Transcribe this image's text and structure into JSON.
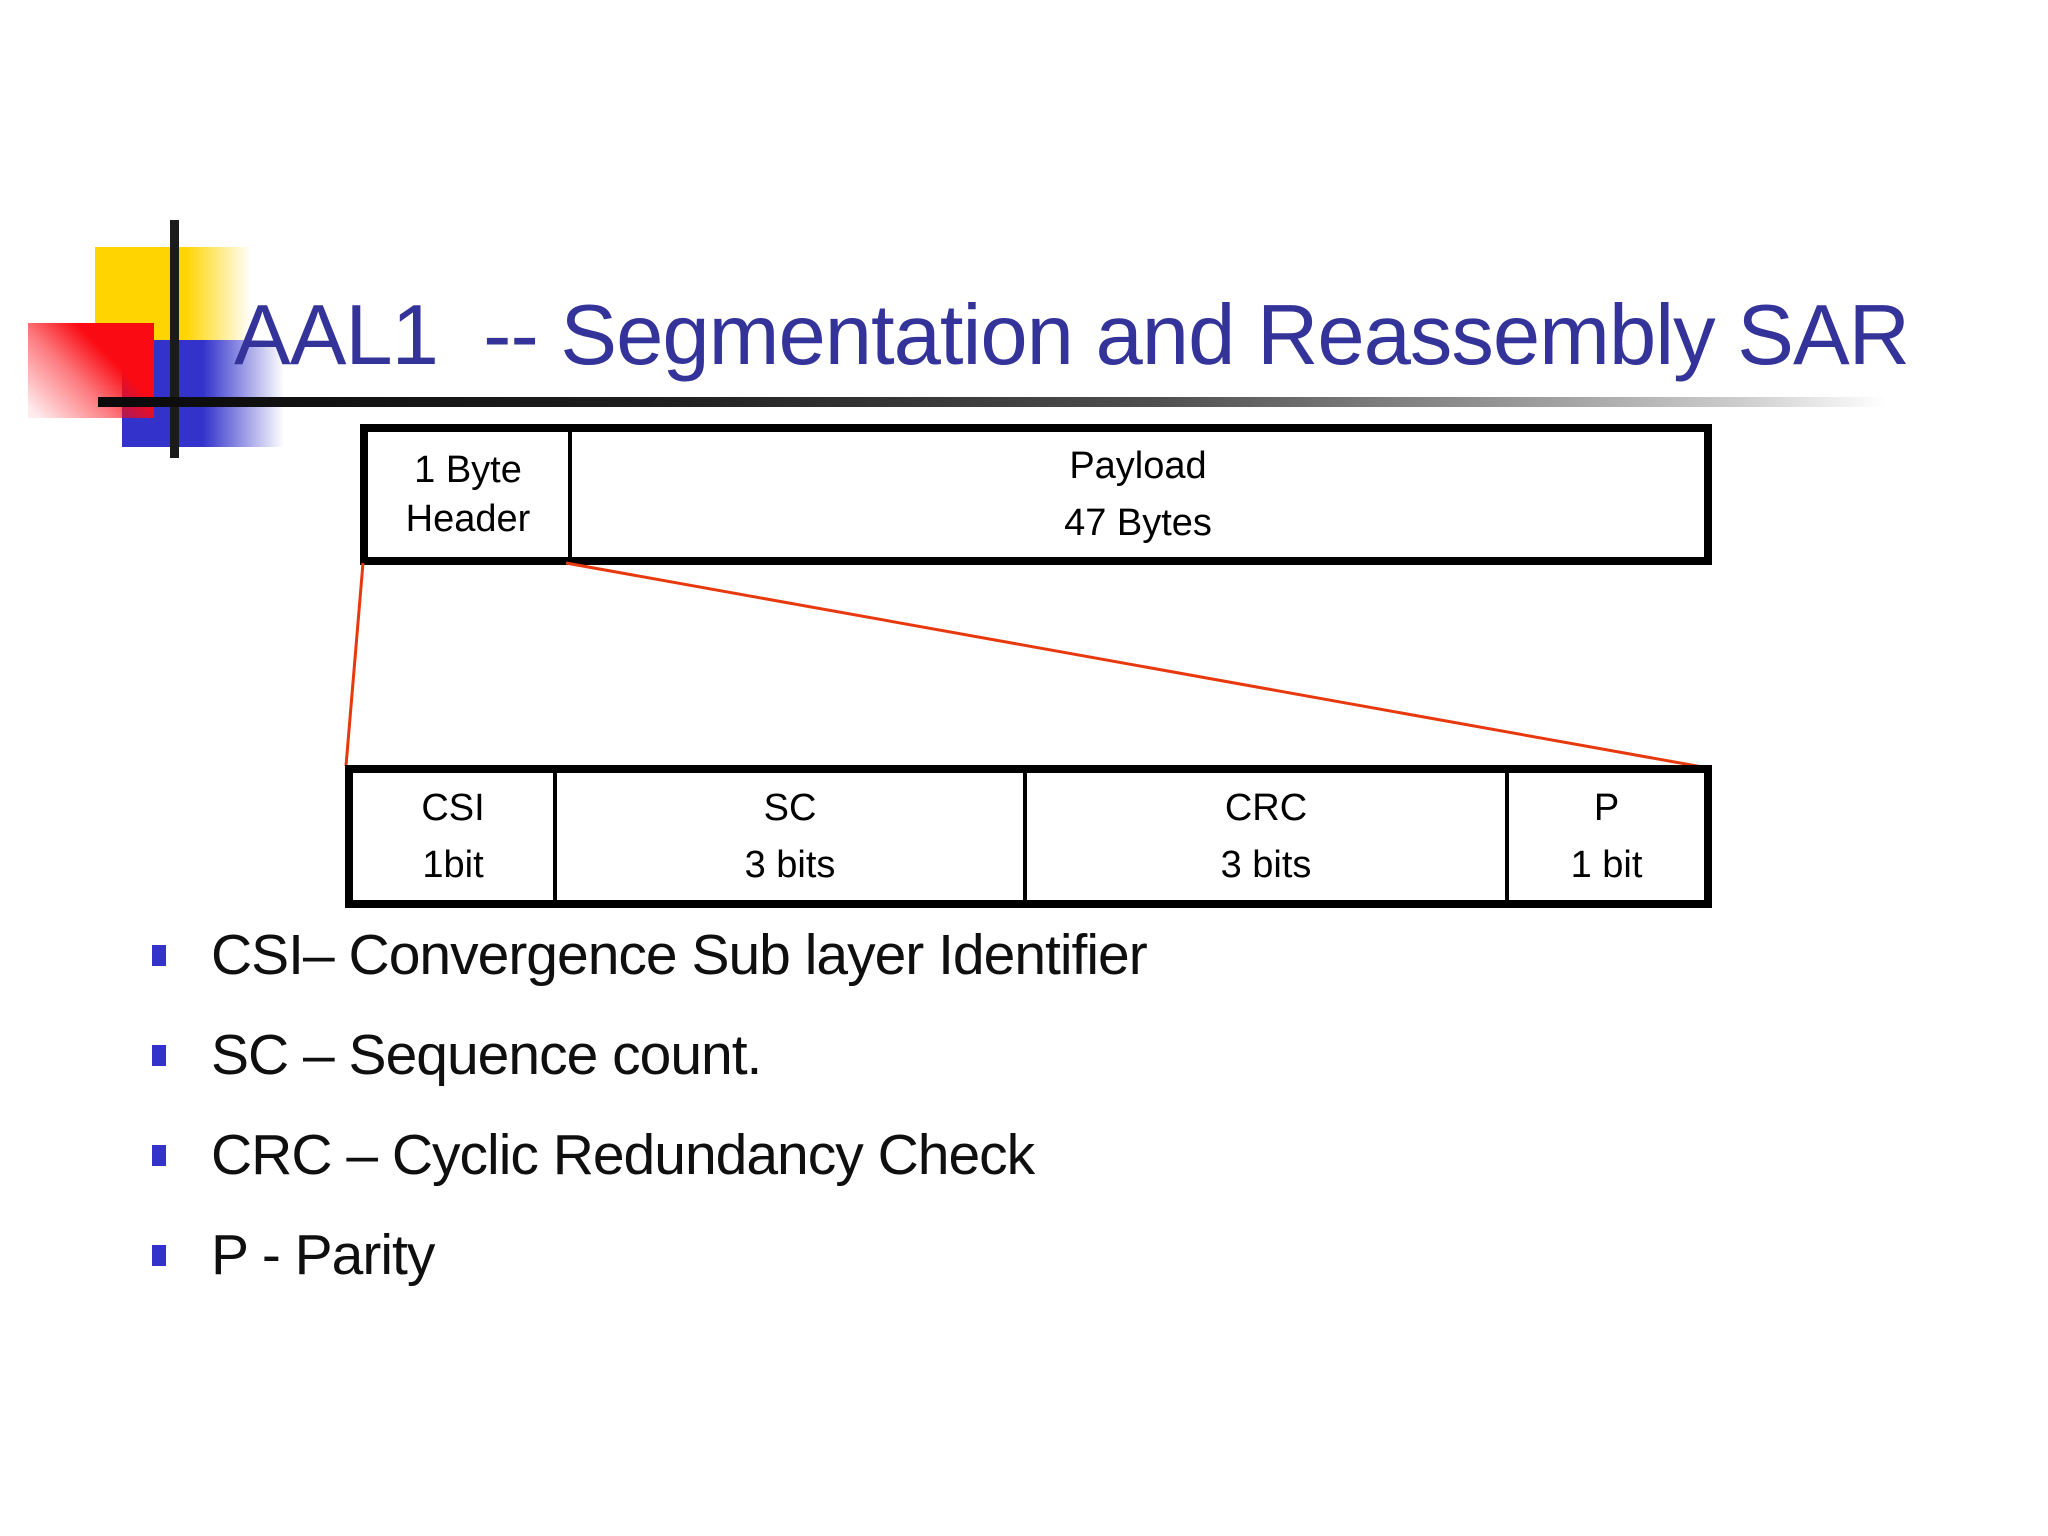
{
  "slide": {
    "title": "AAL1  -- Segmentation and Reassembly SAR",
    "colors": {
      "title_text": "#333399",
      "bullet_marker": "#3333cc",
      "connector_line": "#e8390e",
      "logo_yellow": "#ffd400",
      "logo_red": "#fa0a12",
      "logo_blue": "#3333cc",
      "box_border": "#000000"
    },
    "cell_diagram": {
      "cells": [
        {
          "line1": "1 Byte",
          "line2": "Header"
        },
        {
          "line1": "Payload",
          "line2": "47 Bytes"
        }
      ]
    },
    "sar_header_diagram": {
      "cells": [
        {
          "name": "CSI",
          "size": "1bit"
        },
        {
          "name": "SC",
          "size": "3 bits"
        },
        {
          "name": "CRC",
          "size": "3 bits"
        },
        {
          "name": "P",
          "size": "1 bit"
        }
      ]
    },
    "bullets": [
      "CSI– Convergence Sub layer Identifier",
      "SC – Sequence count.",
      "CRC – Cyclic Redundancy Check",
      "P - Parity"
    ]
  }
}
